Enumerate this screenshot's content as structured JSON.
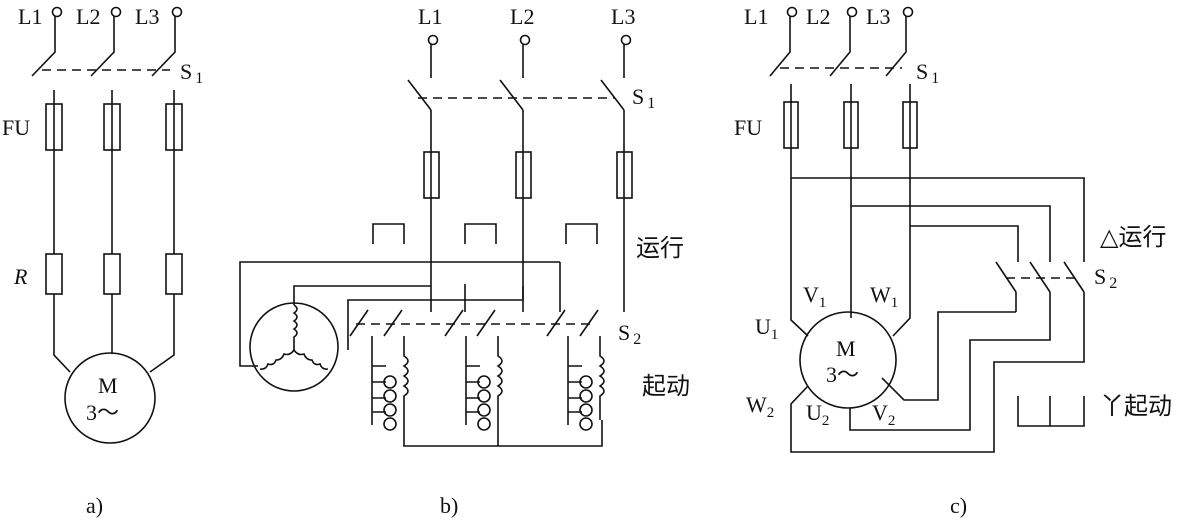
{
  "diagram_a": {
    "phase_labels": [
      "L1",
      "L2",
      "L3"
    ],
    "switch_label": "S",
    "switch_sub": "1",
    "fuse_label": "FU",
    "resistor_label": "R",
    "motor_label": "M",
    "motor_sub": "3～",
    "caption": "a)"
  },
  "diagram_b": {
    "phase_labels": [
      "L1",
      "L2",
      "L3"
    ],
    "switch1_label": "S",
    "switch1_sub": "1",
    "switch2_label": "S",
    "switch2_sub": "2",
    "run_label": "运行",
    "start_label": "起动",
    "caption": "b)"
  },
  "diagram_c": {
    "phase_labels": [
      "L1",
      "L2",
      "L3"
    ],
    "switch1_label": "S",
    "switch1_sub": "1",
    "switch2_label": "S",
    "switch2_sub": "2",
    "fuse_label": "FU",
    "motor_label": "M",
    "motor_sub": "3～",
    "terminal_u1": "U",
    "terminal_u1_sub": "1",
    "terminal_v1": "V",
    "terminal_v1_sub": "1",
    "terminal_w1": "W",
    "terminal_w1_sub": "1",
    "terminal_w2": "W",
    "terminal_w2_sub": "2",
    "terminal_u2": "U",
    "terminal_u2_sub": "2",
    "terminal_v2": "V",
    "terminal_v2_sub": "2",
    "delta_run_label": "△运行",
    "star_start_label": "丫起动",
    "caption": "c)"
  }
}
